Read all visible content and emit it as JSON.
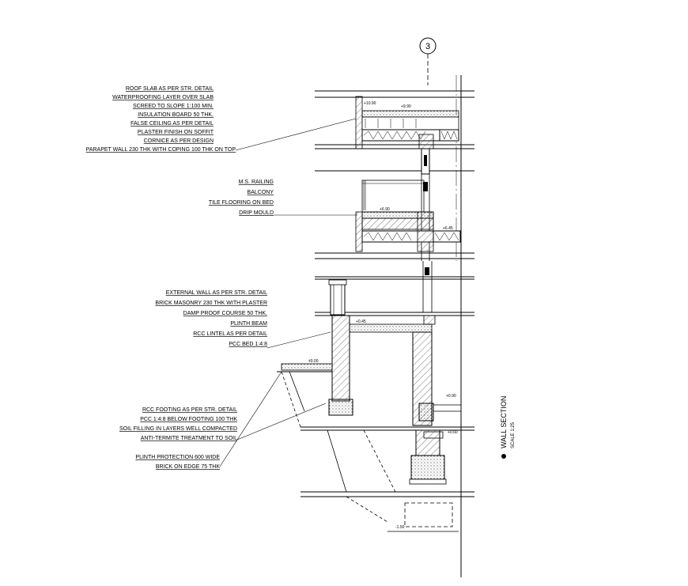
{
  "drawing": {
    "grid_marker": "3",
    "title": "WALL SECTION",
    "scale": "SCALE 1:25",
    "stroke_color": "#000000",
    "hatch_color": "#555555"
  },
  "notes": {
    "group_roof": [
      "ROOF SLAB AS PER STR. DETAIL",
      "WATERPROOFING LAYER OVER SLAB",
      "SCREED TO SLOPE 1:100 MIN.",
      "INSULATION BOARD 50 THK.",
      "FALSE CEILING AS PER DETAIL",
      "PLASTER FINISH ON SOFFIT",
      "CORNICE AS PER DESIGN",
      "PARAPET WALL 230 THK WITH COPING 100 THK ON TOP"
    ],
    "group_balcony": [
      "M.S. RAILING",
      "BALCONY",
      "TILE FLOORING ON BED",
      "DRIP MOULD"
    ],
    "group_wall": [
      "EXTERNAL WALL AS PER STR. DETAIL",
      "BRICK MASONRY 230 THK WITH PLASTER",
      "DAMP PROOF COURSE 50 THK.",
      "PLINTH BEAM",
      "RCC LINTEL AS PER DETAIL",
      "PCC BED 1:4:8"
    ],
    "group_foundation": [
      "RCC FOOTING AS PER STR. DETAIL",
      "PCC 1:4:8 BELOW FOOTING 100 THK",
      "SOIL FILLING IN LAYERS WELL COMPACTED",
      "ANTI-TERMITE TREATMENT TO SOIL"
    ],
    "group_plinth": [
      "PLINTH PROTECTION 600 WIDE",
      "BRICK ON EDGE 75 THK"
    ]
  },
  "levels": {
    "roof": "+9.90",
    "parapet": "+10.90",
    "balcony": "+6.90",
    "slab": "+6.45",
    "plinth": "+0.45",
    "ground": "±0.00",
    "sill": "+0.90",
    "floor": "+0.60",
    "footing": "-1.50"
  }
}
